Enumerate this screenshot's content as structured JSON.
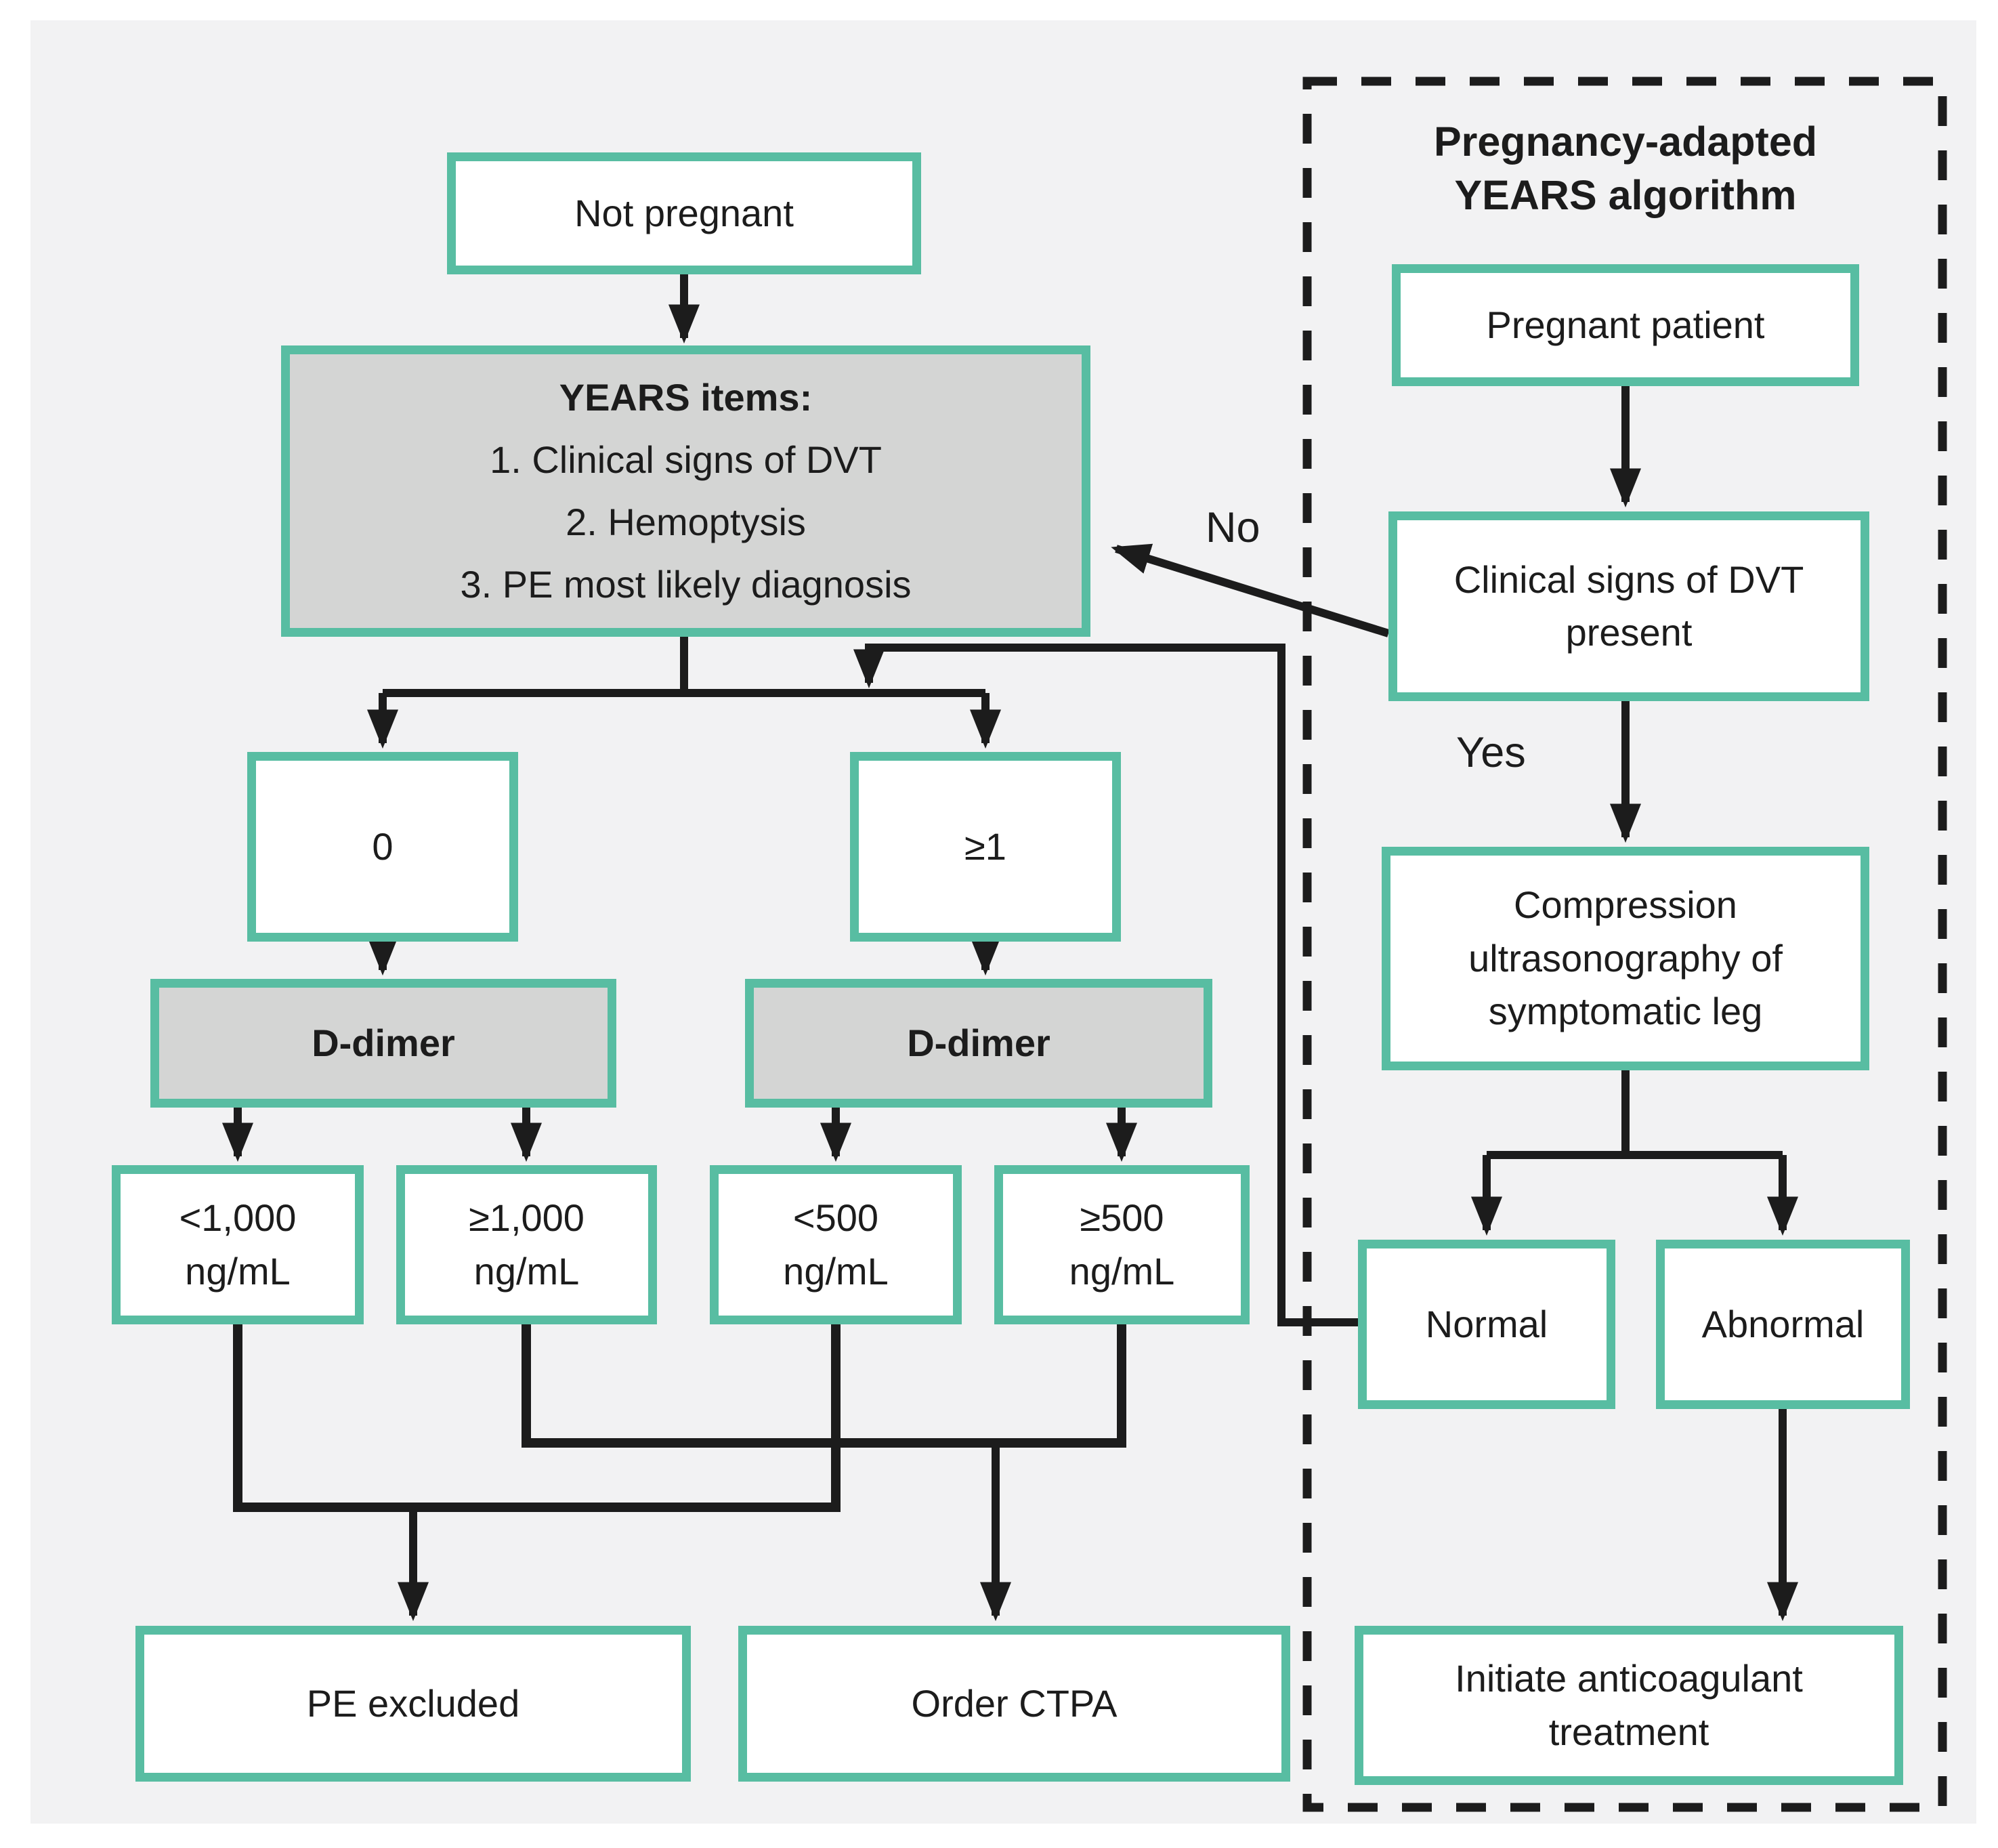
{
  "title": {
    "panel": "Pregnancy-adapted\nYEARS algorithm"
  },
  "colors": {
    "accent": "#58bda2",
    "box_gray": "#d4d5d4",
    "canvas": "#f2f2f3",
    "ink": "#1c1c1c",
    "box_white": "#ffffff"
  },
  "nodes": {
    "not_pregnant": "Not pregnant",
    "years_title": "YEARS items:",
    "years_items": [
      "1. Clinical signs of DVT",
      "2. Hemoptysis",
      "3. PE most likely diagnosis"
    ],
    "score_zero": "0",
    "score_ge1": "≥1",
    "ddimer_left": "D-dimer",
    "ddimer_right": "D-dimer",
    "lt1000": "<1,000\nng/mL",
    "ge1000": "≥1,000\nng/mL",
    "lt500": "<500\nng/mL",
    "ge500": "≥500\nng/mL",
    "pe_excluded": "PE excluded",
    "order_ctpa": "Order CTPA",
    "pregnant_patient": "Pregnant patient",
    "clinical_signs": "Clinical signs of DVT\npresent",
    "compression_us": "Compression\nultrasonography of\nsymptomatic leg",
    "normal": "Normal",
    "abnormal": "Abnormal",
    "initiate_treatment": "Initiate anticoagulant\ntreatment"
  },
  "edge_labels": {
    "no": "No",
    "yes": "Yes"
  }
}
